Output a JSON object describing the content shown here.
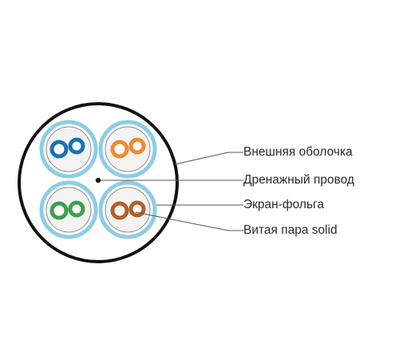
{
  "labels": {
    "outer_sheath": "Внешняя оболочка",
    "drain_wire": "Дренажный провод",
    "foil_shield": "Экран-фольга",
    "twisted_pair": "Витая пара solid"
  },
  "pairs": [
    {
      "name": "blue-pair",
      "color": "#1b73b3"
    },
    {
      "name": "orange-pair",
      "color": "#ef8a2e"
    },
    {
      "name": "green-pair",
      "color": "#3aa14a"
    },
    {
      "name": "brown-pair",
      "color": "#b35f28"
    }
  ],
  "colors": {
    "sheath": "#111111",
    "foil_ring": "#8ccde6",
    "pair_fill": "#f3f3f3",
    "callout_line": "#555555"
  }
}
